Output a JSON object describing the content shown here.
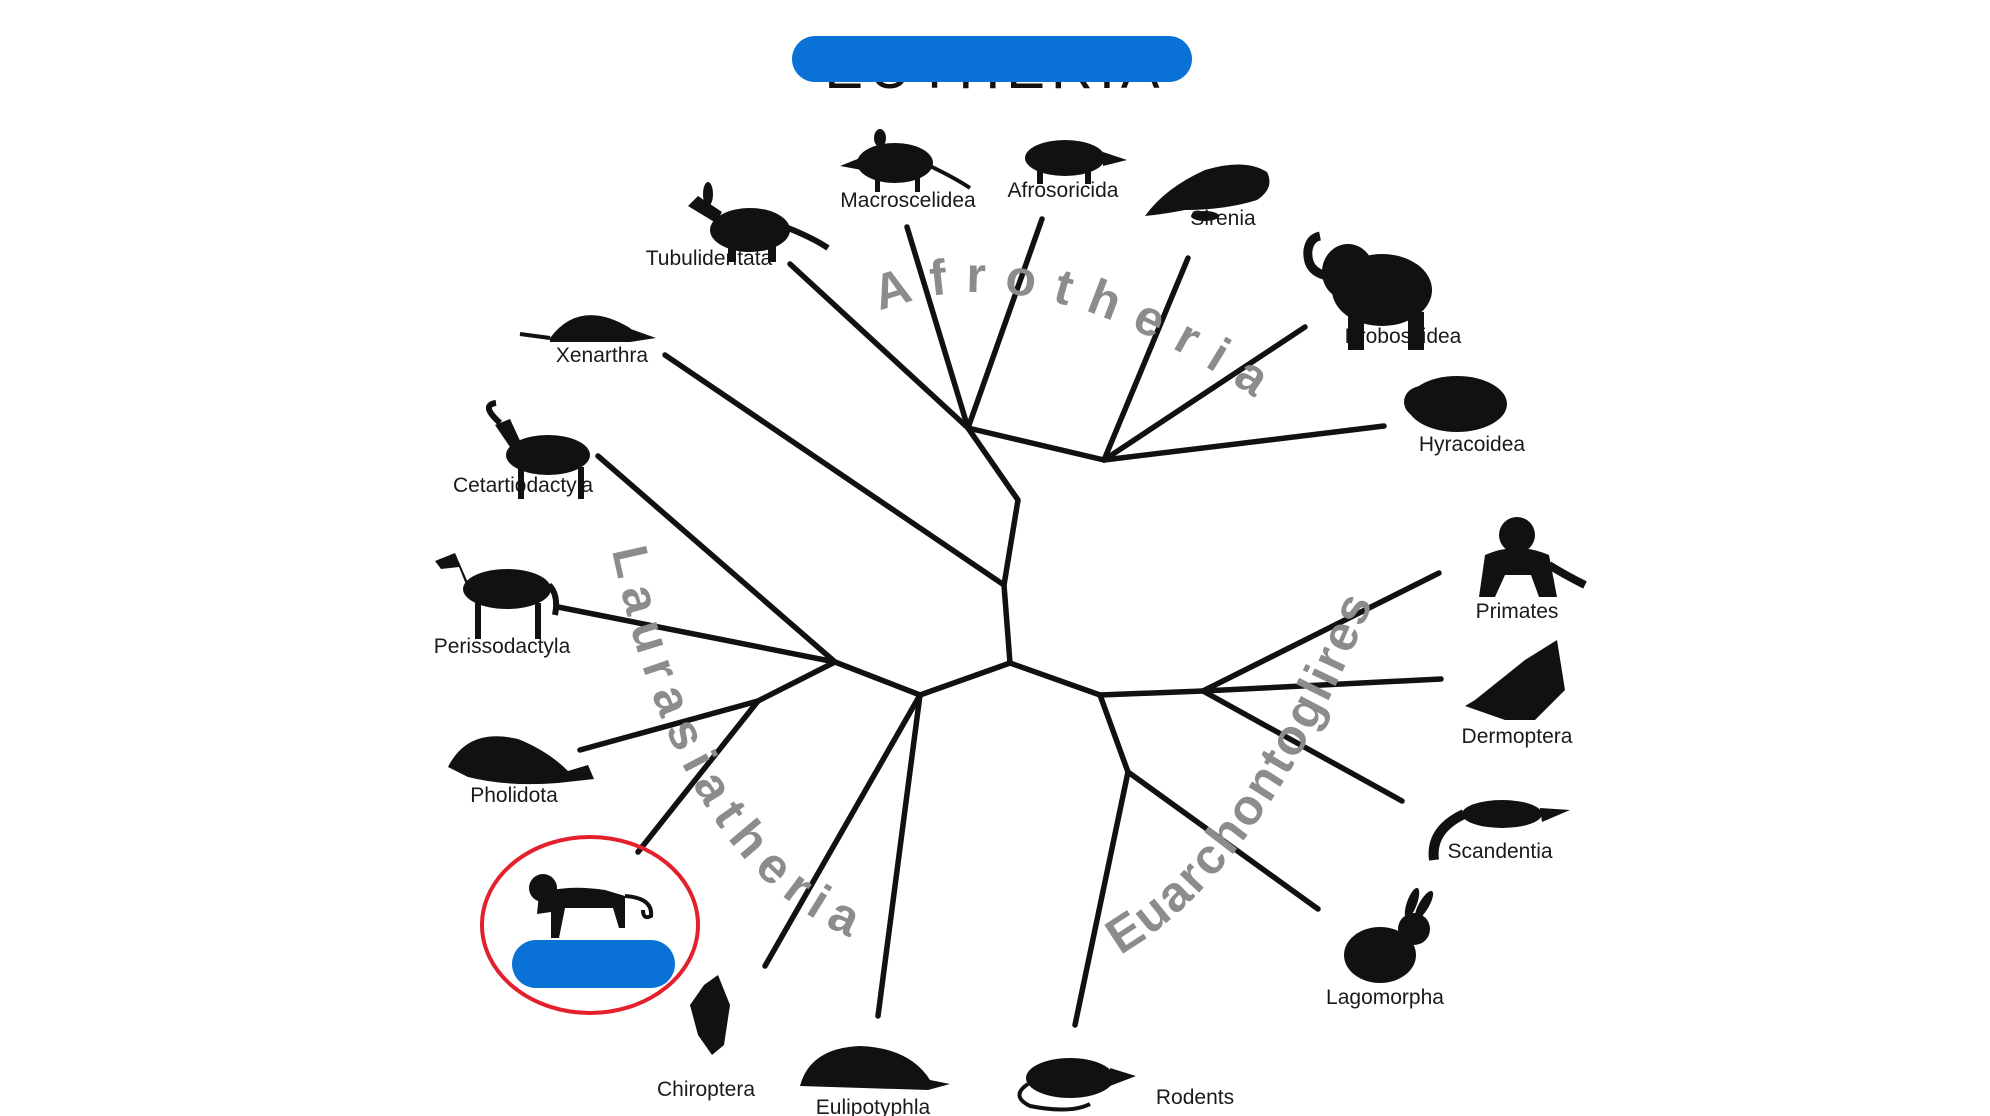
{
  "title": "EUTHERIA",
  "colors": {
    "redaction": "#0a72d6",
    "highlight_ring": "#e3202b",
    "branch": "#111111",
    "clade_text": "#8c8c8c"
  },
  "clades": {
    "afrotheria": "Afrotheria",
    "laurasiatheria": "Laurasiatheria",
    "euarchontoglires": "Euarchontoglires"
  },
  "taxa": {
    "macroscelidea": "Macroscelidea",
    "afrosoricida": "Afrosoricida",
    "tubulidentata": "Tubulidentata",
    "sirenia": "Sirenia",
    "proboscidea": "Proboscidea",
    "xenarthra": "Xenarthra",
    "hyracoidea": "Hyracoidea",
    "cetartiodactyla": "Cetartiodactyla",
    "perissodactyla": "Perissodactyla",
    "primates": "Primates",
    "dermoptera": "Dermoptera",
    "pholidota": "Pholidota",
    "scandentia": "Scandentia",
    "lagomorpha": "Lagomorpha",
    "chiroptera": "Chiroptera",
    "eulipotyphla": "Eulipotyphla",
    "rodents": "Rodents"
  },
  "icons": {
    "macroscelidea": "elephant-shrew-icon",
    "afrosoricida": "tenrec-icon",
    "tubulidentata": "aardvark-icon",
    "sirenia": "manatee-icon",
    "proboscidea": "elephant-icon",
    "xenarthra": "armadillo-icon",
    "hyracoidea": "hyrax-icon",
    "cetartiodactyla": "ibex-icon",
    "perissodactyla": "horse-icon",
    "primates": "gorilla-icon",
    "dermoptera": "colugo-icon",
    "pholidota": "pangolin-icon",
    "scandentia": "treeshrew-icon",
    "lagomorpha": "rabbit-icon",
    "carnivora": "feline-icon",
    "chiroptera": "bat-icon",
    "eulipotyphla": "mole-icon",
    "rodents": "rat-icon"
  }
}
